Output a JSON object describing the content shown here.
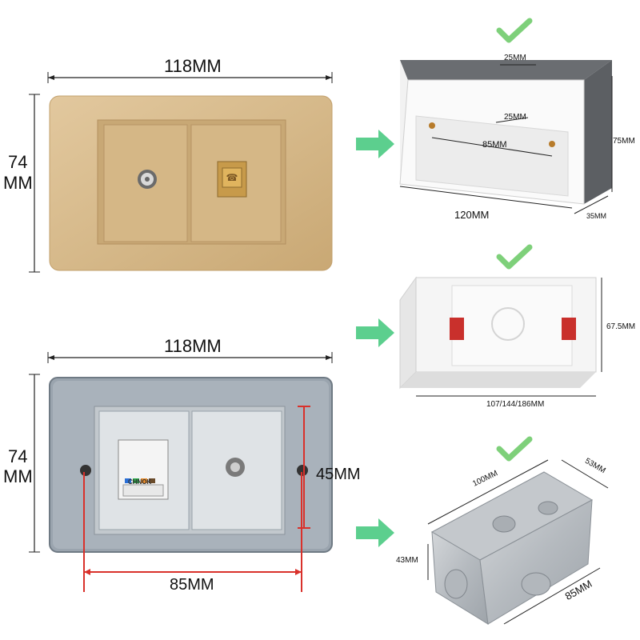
{
  "panel_top": {
    "width_label": "118MM",
    "height_label_1": "74",
    "height_label_2": "MM"
  },
  "panel_bottom": {
    "width_label": "118MM",
    "height_label_1": "74",
    "height_label_2": "MM",
    "module_height_label": "45MM",
    "hole_spacing_label": "85MM",
    "module_brand": "CHNOK"
  },
  "box_plastic_dark": {
    "top_slot_label": "25MM",
    "inner_slot_label": "25MM",
    "hole_spacing_label": "85MM",
    "height_label": "75MM",
    "length_label": "120MM",
    "depth_label": "35MM"
  },
  "box_plastic_white": {
    "height_label": "67.5MM",
    "length_label": "107/144/186MM"
  },
  "box_metal": {
    "length_label": "100MM",
    "width_label": "53MM",
    "height_label": "43MM",
    "hole_spacing_label": "85MM"
  },
  "colors": {
    "gold_panel": "#d8bc8e",
    "check_green": "#7ed07a",
    "arrow_green": "#5ccf8e",
    "red_measure": "#d9312b"
  }
}
